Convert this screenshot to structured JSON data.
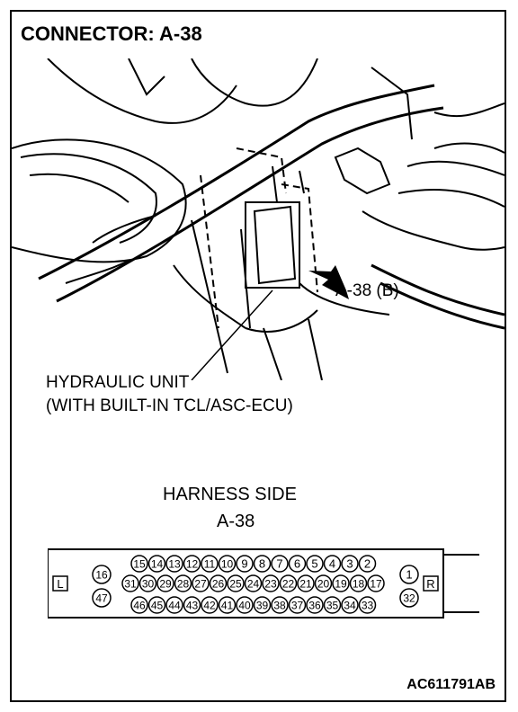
{
  "title": "CONNECTOR: A-38",
  "callout": "A-38 (B)",
  "unit_label_line1": "HYDRAULIC UNIT",
  "unit_label_line2": "(WITH BUILT-IN TCL/ASC-ECU)",
  "harness_side": "HARNESS SIDE",
  "connector_name": "A-38",
  "side_left": "L",
  "side_right": "R",
  "pins_top": [
    "15",
    "14",
    "13",
    "12",
    "11",
    "10",
    "9",
    "8",
    "7",
    "6",
    "5",
    "4",
    "3",
    "2"
  ],
  "pins_mid": [
    "31",
    "30",
    "29",
    "28",
    "27",
    "26",
    "25",
    "24",
    "23",
    "22",
    "21",
    "20",
    "19",
    "18",
    "17"
  ],
  "pins_bottom": [
    "46",
    "45",
    "44",
    "43",
    "42",
    "41",
    "40",
    "39",
    "38",
    "37",
    "36",
    "35",
    "34",
    "33"
  ],
  "pins_left_top": "16",
  "pins_left_bottom": "47",
  "pins_right_top": "1",
  "pins_right_bottom": "32",
  "figure_code": "AC611791AB"
}
